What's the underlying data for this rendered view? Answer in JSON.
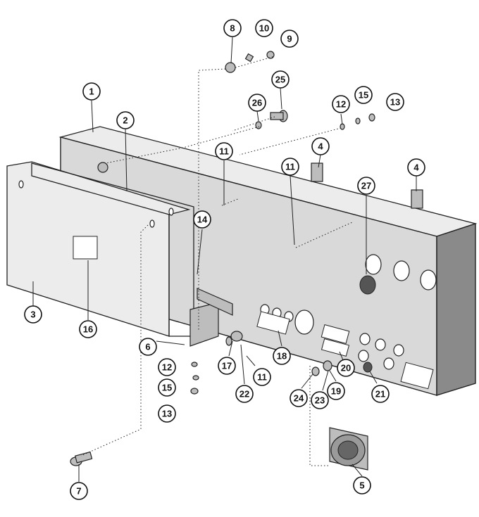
{
  "callouts": [
    {
      "id": "1",
      "label": "1"
    },
    {
      "id": "2",
      "label": "2"
    },
    {
      "id": "3",
      "label": "3"
    },
    {
      "id": "4a",
      "label": "4"
    },
    {
      "id": "4b",
      "label": "4"
    },
    {
      "id": "5",
      "label": "5"
    },
    {
      "id": "6",
      "label": "6"
    },
    {
      "id": "7",
      "label": "7"
    },
    {
      "id": "8",
      "label": "8"
    },
    {
      "id": "9",
      "label": "9"
    },
    {
      "id": "10",
      "label": "10"
    },
    {
      "id": "11a",
      "label": "11"
    },
    {
      "id": "11b",
      "label": "11"
    },
    {
      "id": "11c",
      "label": "11"
    },
    {
      "id": "12a",
      "label": "12"
    },
    {
      "id": "12b",
      "label": "12"
    },
    {
      "id": "13a",
      "label": "13"
    },
    {
      "id": "13b",
      "label": "13"
    },
    {
      "id": "14",
      "label": "14"
    },
    {
      "id": "15a",
      "label": "15"
    },
    {
      "id": "15b",
      "label": "15"
    },
    {
      "id": "16",
      "label": "16"
    },
    {
      "id": "17",
      "label": "17"
    },
    {
      "id": "18",
      "label": "18"
    },
    {
      "id": "19",
      "label": "19"
    },
    {
      "id": "20",
      "label": "20"
    },
    {
      "id": "21",
      "label": "21"
    },
    {
      "id": "22",
      "label": "22"
    },
    {
      "id": "23",
      "label": "23"
    },
    {
      "id": "24",
      "label": "24"
    },
    {
      "id": "25",
      "label": "25"
    },
    {
      "id": "26",
      "label": "26"
    },
    {
      "id": "27",
      "label": "27"
    }
  ]
}
